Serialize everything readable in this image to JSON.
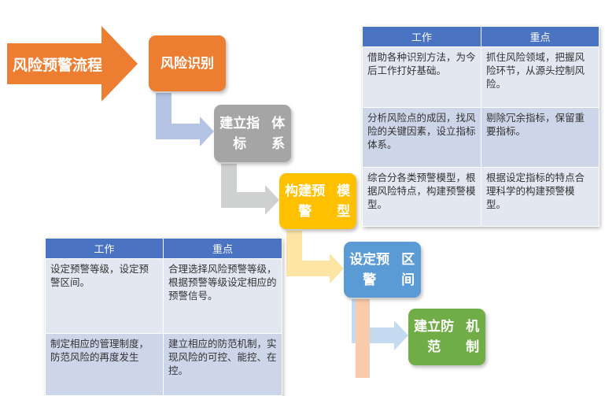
{
  "flow_title": "风险预警流程",
  "steps": [
    {
      "lines": [
        "风险识别"
      ]
    },
    {
      "lines": [
        "建立指标",
        "体系"
      ]
    },
    {
      "lines": [
        "构建预警",
        "模型"
      ]
    },
    {
      "lines": [
        "设定预警",
        "区间"
      ]
    },
    {
      "lines": [
        "建立防范",
        "机制"
      ]
    }
  ],
  "colors": {
    "title_arrow": "#ed7d31",
    "step1": "#ed7d31",
    "step2": "#a5a5a5",
    "step3": "#ffc000",
    "step4": "#5b9bd5",
    "step5": "#70ad47",
    "connector1": "#b4c2e3",
    "connector2": "#cfd0d0",
    "connector3": "#fde5a6",
    "connector4": "#c4daf0",
    "connector5": "#f8cbad",
    "table_header": "#4a73c1"
  },
  "table_top": {
    "headers": [
      "工作",
      "重点"
    ],
    "rows": [
      [
        "借助各种识别方法，为今后工作打好基础。",
        "抓住风险领域，把握风险环节，从源头控制风险。"
      ],
      [
        "分析风险点的成因，找风险的关键因素，设立指标体系。",
        "剔除冗余指标，保留重要指标。"
      ],
      [
        "综合分各类预警模型，根据风险特点，构建预警模型。",
        "根据设定指标的特点合理科学的构建预警模型。"
      ]
    ]
  },
  "table_bottom": {
    "headers": [
      "工作",
      "重点"
    ],
    "rows": [
      [
        "设定预警等级，设定预警区间。",
        "合理选择风险预警等级，根据预警等级设定相应的预警信号。"
      ],
      [
        "制定相应的管理制度，防范风险的再度发生",
        "建立相应的防范机制，实现风险的可控、能控、在控。"
      ]
    ]
  }
}
